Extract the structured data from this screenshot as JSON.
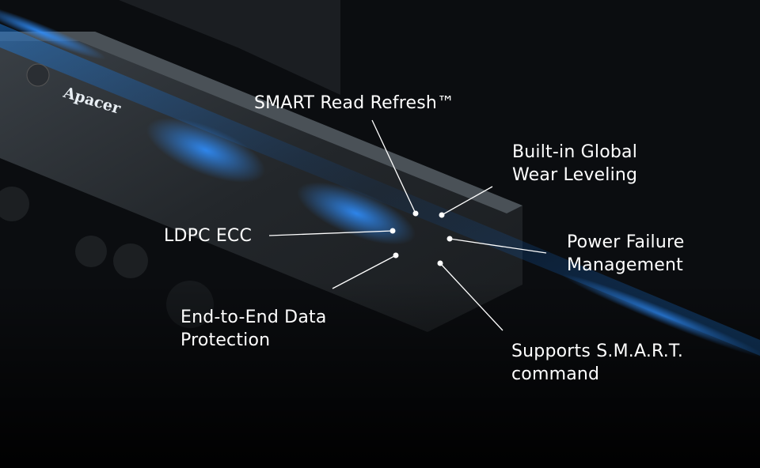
{
  "brand": "Apacer",
  "callouts": [
    {
      "id": "smart-read-refresh",
      "text": "SMART Read Refresh™"
    },
    {
      "id": "global-wear-leveling",
      "text": "Built-in Global\nWear Leveling"
    },
    {
      "id": "ldpc-ecc",
      "text": "LDPC ECC"
    },
    {
      "id": "power-failure",
      "text": "Power Failure\nManagement"
    },
    {
      "id": "end-to-end",
      "text": "End-to-End Data\nProtection"
    },
    {
      "id": "smart-command",
      "text": "Supports S.M.A.R.T.\ncommand"
    }
  ],
  "colors": {
    "accent": "#1e8cff",
    "text": "#ffffff",
    "background": "#050608"
  }
}
